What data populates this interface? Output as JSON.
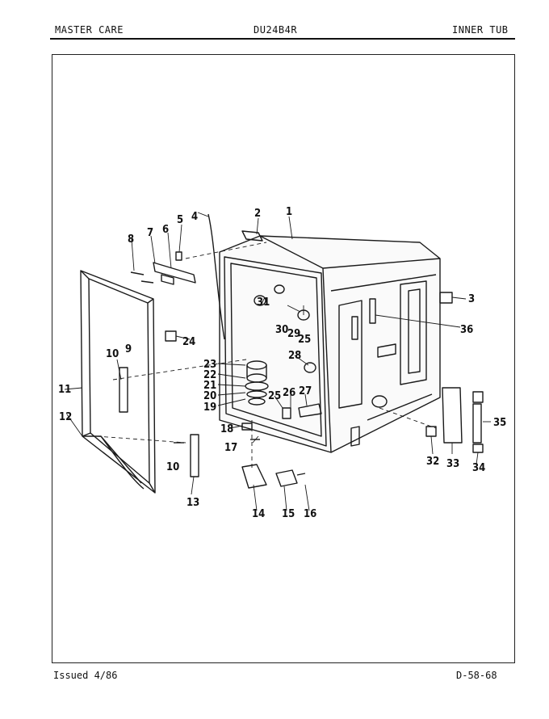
{
  "header": {
    "left": "MASTER CARE",
    "center": "DU24B4R",
    "right": "INNER TUB"
  },
  "footer": {
    "left": "Issued 4/86",
    "right": "D-58-68"
  },
  "callouts": [
    "1",
    "2",
    "3",
    "4",
    "5",
    "6",
    "7",
    "8",
    "9",
    "10",
    "10",
    "11",
    "12",
    "13",
    "14",
    "15",
    "16",
    "17",
    "18",
    "19",
    "20",
    "21",
    "22",
    "23",
    "24",
    "25",
    "25",
    "26",
    "27",
    "28",
    "29",
    "30",
    "31",
    "32",
    "33",
    "34",
    "35",
    "36"
  ]
}
